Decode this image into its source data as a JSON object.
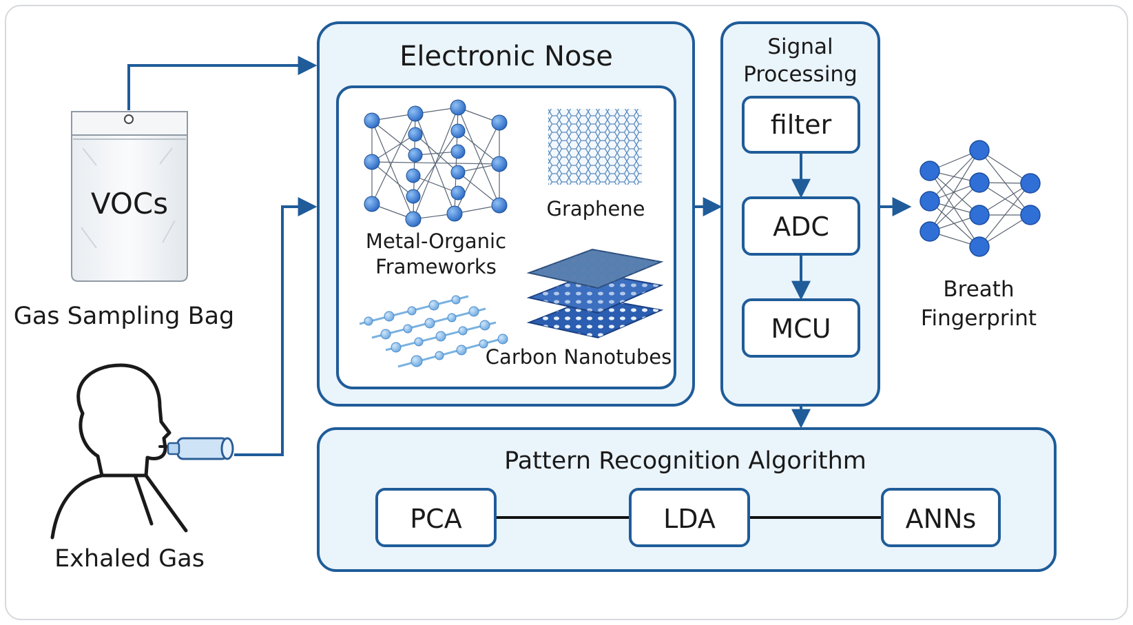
{
  "inputs": {
    "bag_content": "VOCs",
    "bag_label": "Gas Sampling Bag",
    "person_label": "Exhaled Gas"
  },
  "electronic_nose": {
    "title": "Electronic Nose",
    "materials": {
      "mof_line1": "Metal-Organic",
      "mof_line2": "Frameworks",
      "graphene": "Graphene",
      "carbon_nanotubes": "Carbon Nanotubes"
    }
  },
  "signal_processing": {
    "title_line1": "Signal",
    "title_line2": "Processing",
    "steps": [
      "filter",
      "ADC",
      "MCU"
    ]
  },
  "output": {
    "label_line1": "Breath",
    "label_line2": "Fingerprint"
  },
  "pattern_recognition": {
    "title": "Pattern Recognition Algorithm",
    "methods": [
      "PCA",
      "LDA",
      "ANNs"
    ]
  },
  "colors": {
    "box_stroke": "#1f5c99",
    "box_fill": "#eaf4fb",
    "inner_fill": "#ffffff",
    "node_blue": "#3a7fd9",
    "arrow": "#1f5c99"
  }
}
